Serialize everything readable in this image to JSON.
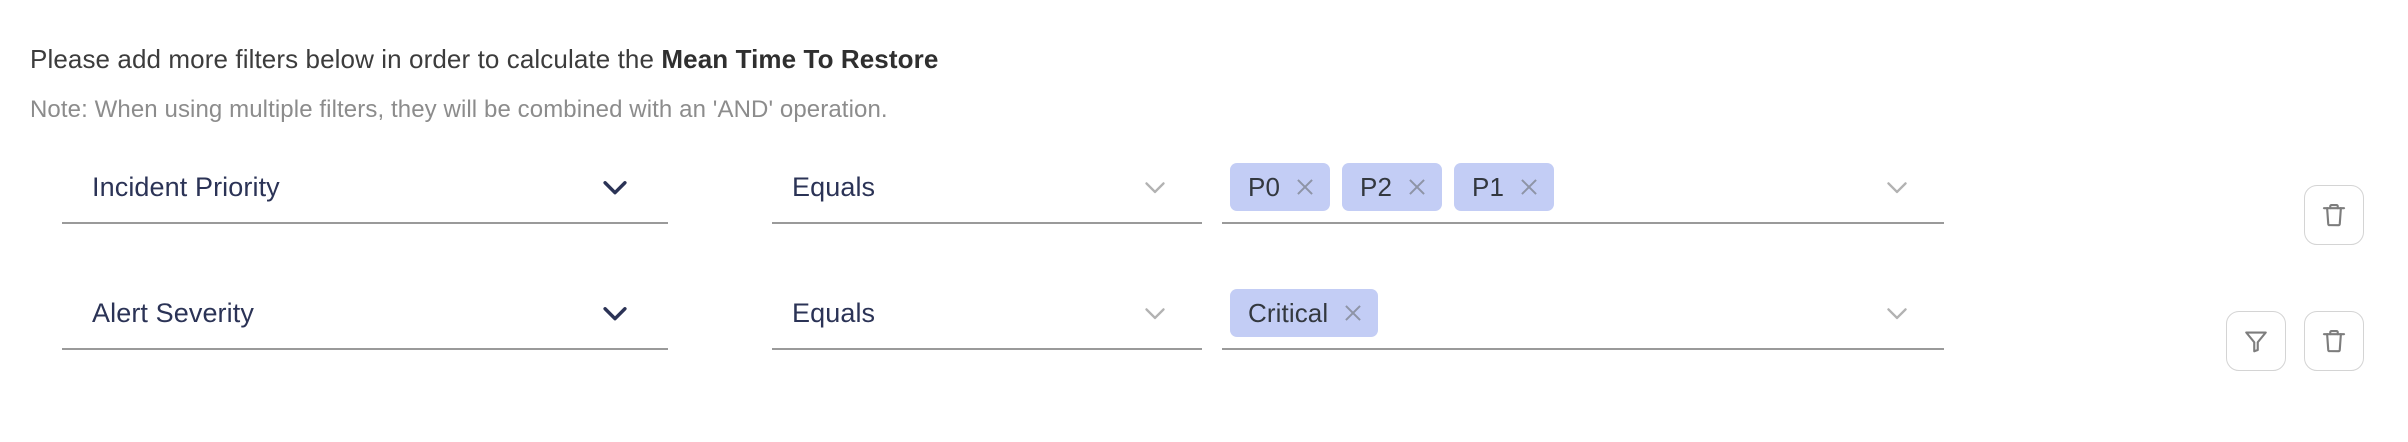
{
  "header": {
    "intro_text": "Please add more filters below in order to calculate the ",
    "metric_name": "Mean Time To Restore",
    "note": "Note: When using multiple filters, they will be combined with an 'AND' operation."
  },
  "colors": {
    "chip_background": "#c3cdf5",
    "field_text": "#2b3356",
    "note_text": "#8c8c8c",
    "underline": "#9a9a9a",
    "icon_stroke": "#7d7d7d",
    "button_border": "#d4d4d4"
  },
  "filters": [
    {
      "field": "Incident Priority",
      "operator": "Equals",
      "values": [
        "P0",
        "P2",
        "P1"
      ],
      "actions": [
        "delete-button"
      ]
    },
    {
      "field": "Alert Severity",
      "operator": "Equals",
      "values": [
        "Critical"
      ],
      "actions": [
        "filter-button",
        "delete-button"
      ]
    }
  ],
  "icons": {
    "field_chevron": "chevron-down-icon",
    "operator_chevron": "chevron-down-icon",
    "value_chevron": "chevron-down-icon",
    "chip_remove": "close-icon",
    "delete": "trash-icon",
    "filter": "funnel-icon"
  }
}
